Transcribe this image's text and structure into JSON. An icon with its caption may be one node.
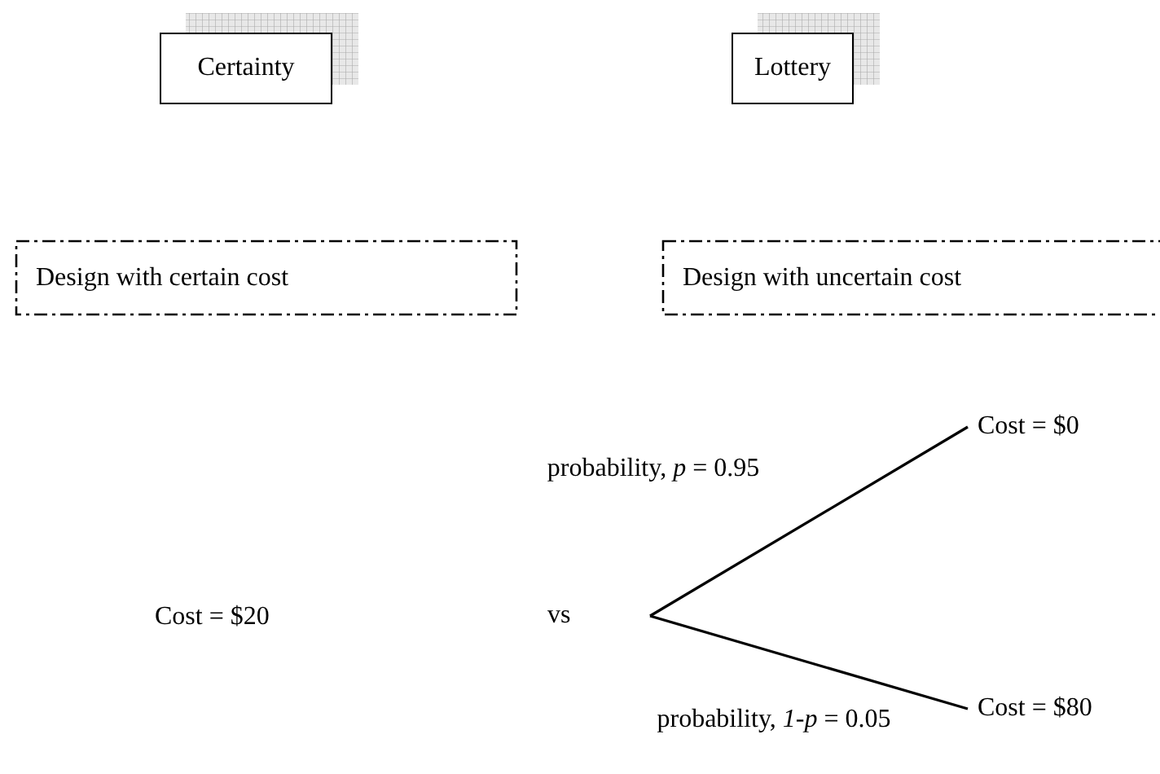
{
  "diagram": {
    "nodes": [
      {
        "text": [
          "Certainty"
        ]
      },
      {
        "text": [
          "Lottery"
        ]
      },
      {
        "text": [
          "Design with certain cost"
        ]
      },
      {
        "text": [
          "Design with uncertain cost"
        ]
      },
      {
        "text": [
          "vs"
        ]
      },
      {
        "text": [
          "Cost = $0"
        ]
      },
      {
        "text": [
          "Cost = $80"
        ]
      }
    ],
    "edges": [
      {
        "from": 4,
        "to": 5,
        "arrow": "none",
        "label": "probability, *p* = 0.95"
      },
      {
        "from": 4,
        "to": 6,
        "arrow": "none",
        "label": "probability, *1-p* = 0.05"
      }
    ],
    "labels": [
      "Cost = $20"
    ]
  }
}
